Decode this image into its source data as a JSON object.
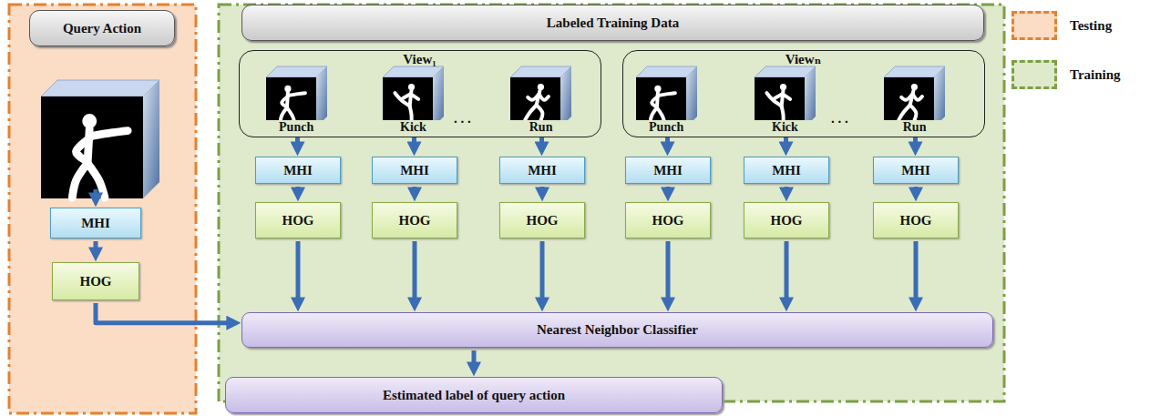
{
  "diagram": {
    "nodes": [
      {
        "text": [
          "Query Action"
        ]
      },
      {
        "text": [
          "MHI"
        ]
      },
      {
        "text": [
          "HOG"
        ]
      },
      {
        "text": [
          "Labeled Training Data"
        ]
      },
      {
        "text": [
          "View₁"
        ]
      },
      {
        "text": [
          "Punch"
        ],
        "in": 4
      },
      {
        "text": [
          "Kick"
        ],
        "in": 4
      },
      {
        "text": [
          "Run"
        ],
        "in": 4
      },
      {
        "text": [
          "Viewₙ"
        ]
      },
      {
        "text": [
          "Punch"
        ],
        "in": 8
      },
      {
        "text": [
          "Kick"
        ],
        "in": 8
      },
      {
        "text": [
          "Run"
        ],
        "in": 8
      },
      {
        "text": [
          "MHI"
        ]
      },
      {
        "text": [
          "MHI"
        ]
      },
      {
        "text": [
          "MHI"
        ]
      },
      {
        "text": [
          "MHI"
        ]
      },
      {
        "text": [
          "MHI"
        ]
      },
      {
        "text": [
          "MHI"
        ]
      },
      {
        "text": [
          "HOG"
        ]
      },
      {
        "text": [
          "HOG"
        ]
      },
      {
        "text": [
          "HOG"
        ]
      },
      {
        "text": [
          "HOG"
        ]
      },
      {
        "text": [
          "HOG"
        ]
      },
      {
        "text": [
          "HOG"
        ]
      },
      {
        "text": [
          "Nearest Neighbor Classifier"
        ]
      },
      {
        "text": [
          "Estimated label of query action"
        ]
      }
    ],
    "edges": [
      {
        "from": 1,
        "to": 2,
        "arrow": "to"
      },
      {
        "from": 2,
        "to": 24,
        "arrow": "to"
      },
      {
        "from": 5,
        "to": 12,
        "arrow": "to"
      },
      {
        "from": 6,
        "to": 13,
        "arrow": "to"
      },
      {
        "from": 7,
        "to": 14,
        "arrow": "to"
      },
      {
        "from": 9,
        "to": 15,
        "arrow": "to"
      },
      {
        "from": 10,
        "to": 16,
        "arrow": "to"
      },
      {
        "from": 11,
        "to": 17,
        "arrow": "to"
      },
      {
        "from": 12,
        "to": 18,
        "arrow": "to"
      },
      {
        "from": 13,
        "to": 19,
        "arrow": "to"
      },
      {
        "from": 14,
        "to": 20,
        "arrow": "to"
      },
      {
        "from": 15,
        "to": 21,
        "arrow": "to"
      },
      {
        "from": 16,
        "to": 22,
        "arrow": "to"
      },
      {
        "from": 17,
        "to": 23,
        "arrow": "to"
      },
      {
        "from": 18,
        "to": 24,
        "arrow": "to"
      },
      {
        "from": 19,
        "to": 24,
        "arrow": "to"
      },
      {
        "from": 20,
        "to": 24,
        "arrow": "to"
      },
      {
        "from": 21,
        "to": 24,
        "arrow": "to"
      },
      {
        "from": 22,
        "to": 24,
        "arrow": "to"
      },
      {
        "from": 23,
        "to": 24,
        "arrow": "to"
      },
      {
        "from": 24,
        "to": 25,
        "arrow": "to"
      }
    ],
    "labels": [
      ". . .",
      ". . ."
    ],
    "legend": [
      {
        "text": "Testing",
        "color": "#fbdcc4"
      },
      {
        "text": "Training",
        "color": "#dfe9cc"
      }
    ]
  }
}
